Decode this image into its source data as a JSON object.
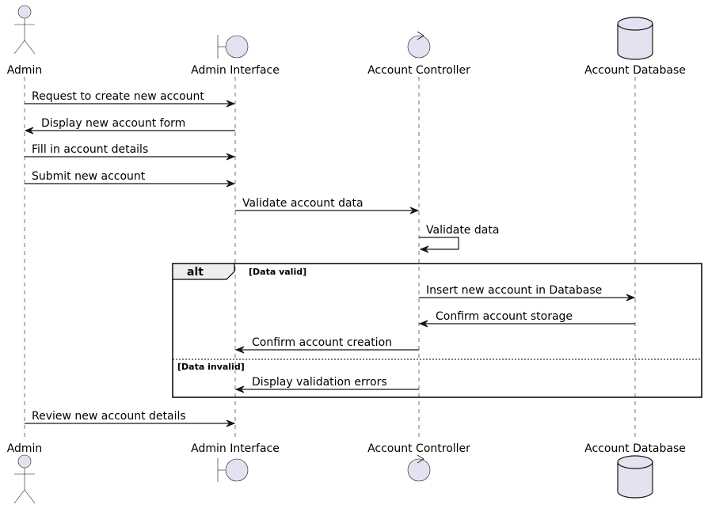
{
  "participants": [
    {
      "id": "admin",
      "name": "Admin",
      "kind": "actor"
    },
    {
      "id": "ui",
      "name": "Admin Interface",
      "kind": "boundary"
    },
    {
      "id": "ctrl",
      "name": "Account Controller",
      "kind": "control"
    },
    {
      "id": "db",
      "name": "Account Database",
      "kind": "database"
    }
  ],
  "messages": [
    {
      "from": "admin",
      "to": "ui",
      "label": "Request to create new account"
    },
    {
      "from": "ui",
      "to": "admin",
      "label": "Display new account form"
    },
    {
      "from": "admin",
      "to": "ui",
      "label": "Fill in account details"
    },
    {
      "from": "admin",
      "to": "ui",
      "label": "Submit new account"
    },
    {
      "from": "ui",
      "to": "ctrl",
      "label": "Validate account data"
    },
    {
      "from": "ctrl",
      "to": "ctrl",
      "label": "Validate data"
    },
    {
      "from": "ctrl",
      "to": "db",
      "label": "Insert new account in Database"
    },
    {
      "from": "db",
      "to": "ctrl",
      "label": "Confirm account storage"
    },
    {
      "from": "ctrl",
      "to": "ui",
      "label": "Confirm account creation"
    },
    {
      "from": "ctrl",
      "to": "ui",
      "label": "Display validation errors"
    },
    {
      "from": "admin",
      "to": "ui",
      "label": "Review new account details"
    }
  ],
  "alt_frame": {
    "operator": "alt",
    "guard_1": "[Data valid]",
    "guard_2": "[Data invalid]"
  },
  "colors": {
    "participant_fill": "#E2E2F0",
    "line": "#181818",
    "lifeline": "#181818"
  }
}
